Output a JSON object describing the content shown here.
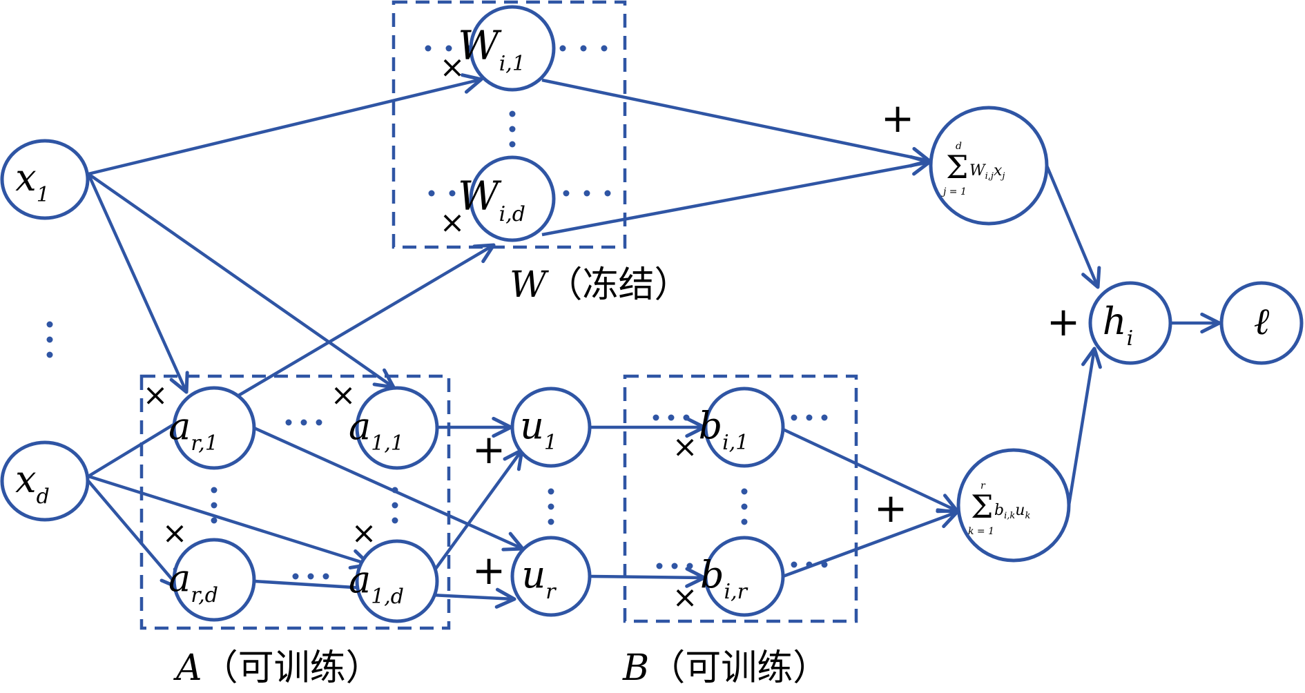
{
  "diagram": {
    "title": "LoRA computation graph",
    "colors": {
      "line": "#2f55a4",
      "text": "#000000",
      "background": "#ffffff"
    },
    "nodes": [
      {
        "id": "x1",
        "base": "x",
        "sub": "1"
      },
      {
        "id": "xd",
        "base": "x",
        "sub": "d"
      },
      {
        "id": "W_i1",
        "base": "W",
        "sub": "i,1"
      },
      {
        "id": "W_id",
        "base": "W",
        "sub": "i,d"
      },
      {
        "id": "a_r1",
        "base": "a",
        "sub": "r,1"
      },
      {
        "id": "a_11",
        "base": "a",
        "sub": "1,1"
      },
      {
        "id": "a_rd",
        "base": "a",
        "sub": "r,d"
      },
      {
        "id": "a_1d",
        "base": "a",
        "sub": "1,d"
      },
      {
        "id": "u1",
        "base": "u",
        "sub": "1"
      },
      {
        "id": "ur",
        "base": "u",
        "sub": "r"
      },
      {
        "id": "b_i1",
        "base": "b",
        "sub": "i,1"
      },
      {
        "id": "b_ir",
        "base": "b",
        "sub": "i,r"
      },
      {
        "id": "sumW",
        "sigma_upper": "d",
        "sigma_lower": "j = 1",
        "term_base": "W",
        "term_sub": "i,j",
        "term_base2": "x",
        "term_sub2": "j"
      },
      {
        "id": "sumB",
        "sigma_upper": "r",
        "sigma_lower": "k = 1",
        "term_base": "b",
        "term_sub": "i,k",
        "term_base2": "u",
        "term_sub2": "k"
      },
      {
        "id": "h",
        "base": "h",
        "sub": "i"
      },
      {
        "id": "loss",
        "base": "ℓ",
        "sub": ""
      }
    ],
    "edges": [
      {
        "from": "x1",
        "to": "W_i1",
        "arrow": true
      },
      {
        "from": "x1",
        "to": "a_r1",
        "arrow": true
      },
      {
        "from": "x1",
        "to": "a_11",
        "arrow": true
      },
      {
        "from": "xd",
        "to": "a_r1",
        "arrow": false
      },
      {
        "from": "xd",
        "to": "a_1d",
        "arrow": true
      },
      {
        "from": "xd",
        "to": "a_rd",
        "arrow": true
      },
      {
        "from": "a_r1",
        "to": "W_id",
        "arrow": true
      },
      {
        "from": "a_r1",
        "to": "ur",
        "arrow": true
      },
      {
        "from": "a_11",
        "to": "u1",
        "arrow": true
      },
      {
        "from": "a_rd",
        "to": "a_1d",
        "arrow": false
      },
      {
        "from": "a_1d",
        "to": "u1",
        "arrow": true
      },
      {
        "from": "a_1d",
        "to": "ur",
        "arrow": true
      },
      {
        "from": "W_i1",
        "to": "sumW",
        "arrow": true
      },
      {
        "from": "W_id",
        "to": "sumW",
        "arrow": true
      },
      {
        "from": "u1",
        "to": "b_i1",
        "arrow": true
      },
      {
        "from": "ur",
        "to": "b_ir",
        "arrow": true
      },
      {
        "from": "b_i1",
        "to": "sumB",
        "arrow": true
      },
      {
        "from": "b_ir",
        "to": "sumB",
        "arrow": true
      },
      {
        "from": "sumW",
        "to": "h",
        "arrow": true
      },
      {
        "from": "sumB",
        "to": "h",
        "arrow": true
      },
      {
        "from": "h",
        "to": "loss",
        "arrow": true
      }
    ],
    "operators": {
      "times": "×",
      "plus": "+"
    },
    "ellipsis": "⋯",
    "groups": [
      {
        "id": "W",
        "letter": "W",
        "label": "（冻结）"
      },
      {
        "id": "A",
        "letter": "A",
        "label": "（可训练）"
      },
      {
        "id": "B",
        "letter": "B",
        "label": "（可训练）"
      }
    ]
  }
}
